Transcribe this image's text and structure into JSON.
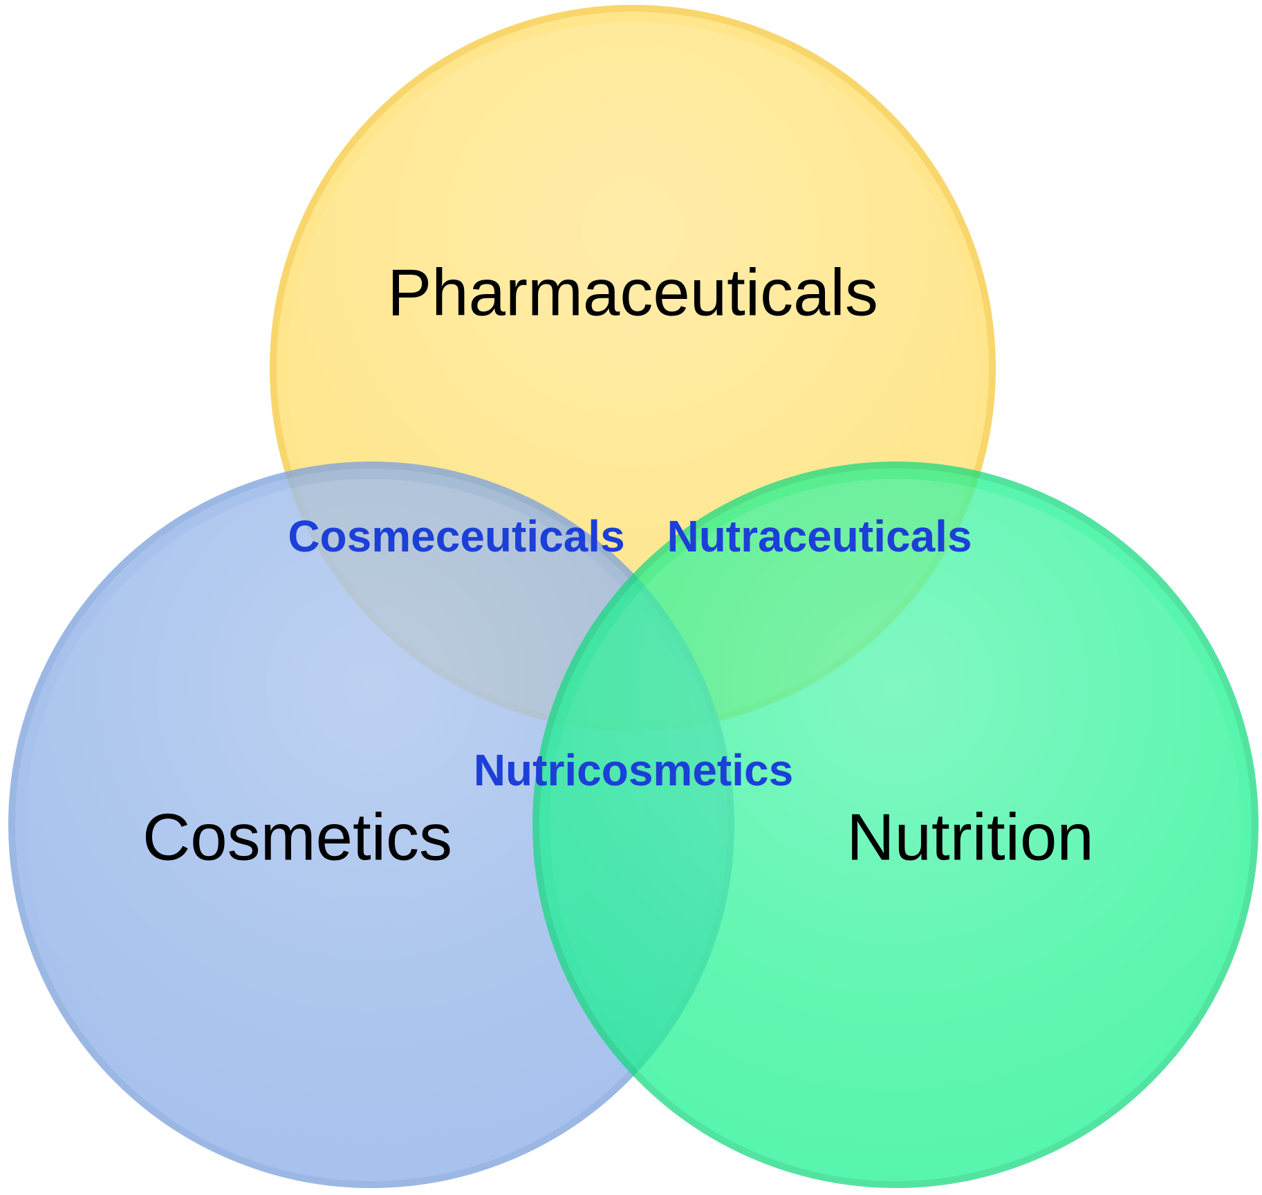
{
  "diagram": {
    "sets": [
      {
        "id": "pharmaceuticals",
        "label": "Pharmaceuticals",
        "fill": "#FFE27A",
        "edge": "#F7CF53"
      },
      {
        "id": "cosmetics",
        "label": "Cosmetics",
        "fill": "#8FB1E8",
        "edge": "#7FA3DD"
      },
      {
        "id": "nutrition",
        "label": "Nutrition",
        "fill": "#19F28F",
        "edge": "#12D97E"
      }
    ],
    "overlaps": [
      {
        "id": "cosmeceuticals",
        "label": "Cosmeceuticals",
        "between": [
          "pharmaceuticals",
          "cosmetics"
        ]
      },
      {
        "id": "nutraceuticals",
        "label": "Nutraceuticals",
        "between": [
          "pharmaceuticals",
          "nutrition"
        ]
      },
      {
        "id": "nutricosmetics",
        "label": "Nutricosmetics",
        "between": [
          "cosmetics",
          "nutrition"
        ]
      }
    ],
    "overlap_label_color": "#1C3FD8"
  }
}
